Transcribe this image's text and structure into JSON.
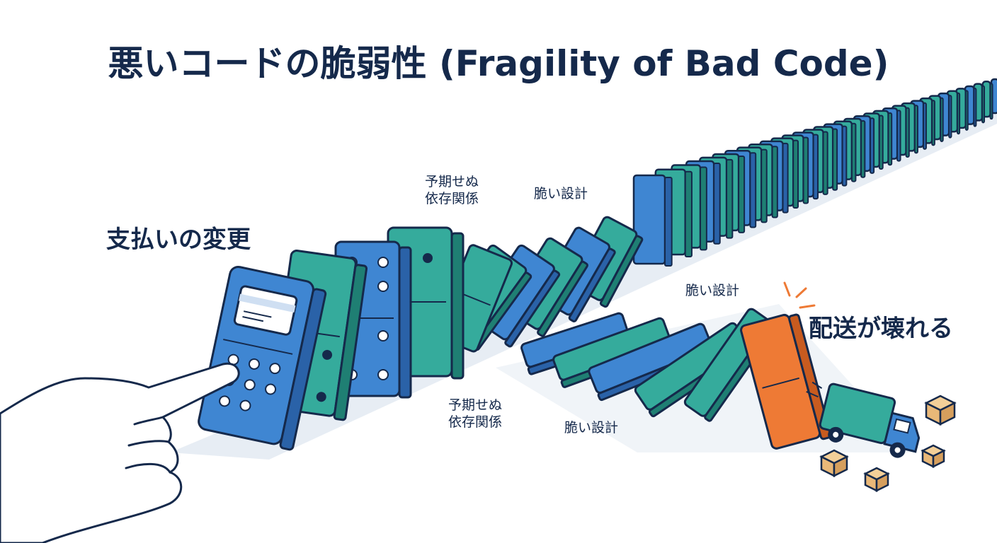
{
  "title": "悪いコードの脆弱性 (Fragility of Bad Code)",
  "labels": {
    "payment_change": "支払いの変更",
    "shipping_broken": "配送が壊れる",
    "unexpected_deps_top_1": "予期せぬ",
    "unexpected_deps_top_2": "依存関係",
    "fragile_design_top": "脆い設計",
    "fragile_design_mid": "脆い設計",
    "unexpected_deps_bottom_1": "予期せぬ",
    "unexpected_deps_bottom_2": "依存関係",
    "fragile_design_bottom": "脆い設計"
  },
  "colors": {
    "navy": "#15294b",
    "blue": "#3f86d2",
    "teal": "#35ab9c",
    "orange": "#ee7a35",
    "box": "#e9b878",
    "shadow": "#dde5ef"
  },
  "icons": [
    "pointing-hand-icon",
    "payment-terminal-icon",
    "delivery-truck-icon",
    "cardboard-box-icon",
    "impact-burst-icon"
  ]
}
